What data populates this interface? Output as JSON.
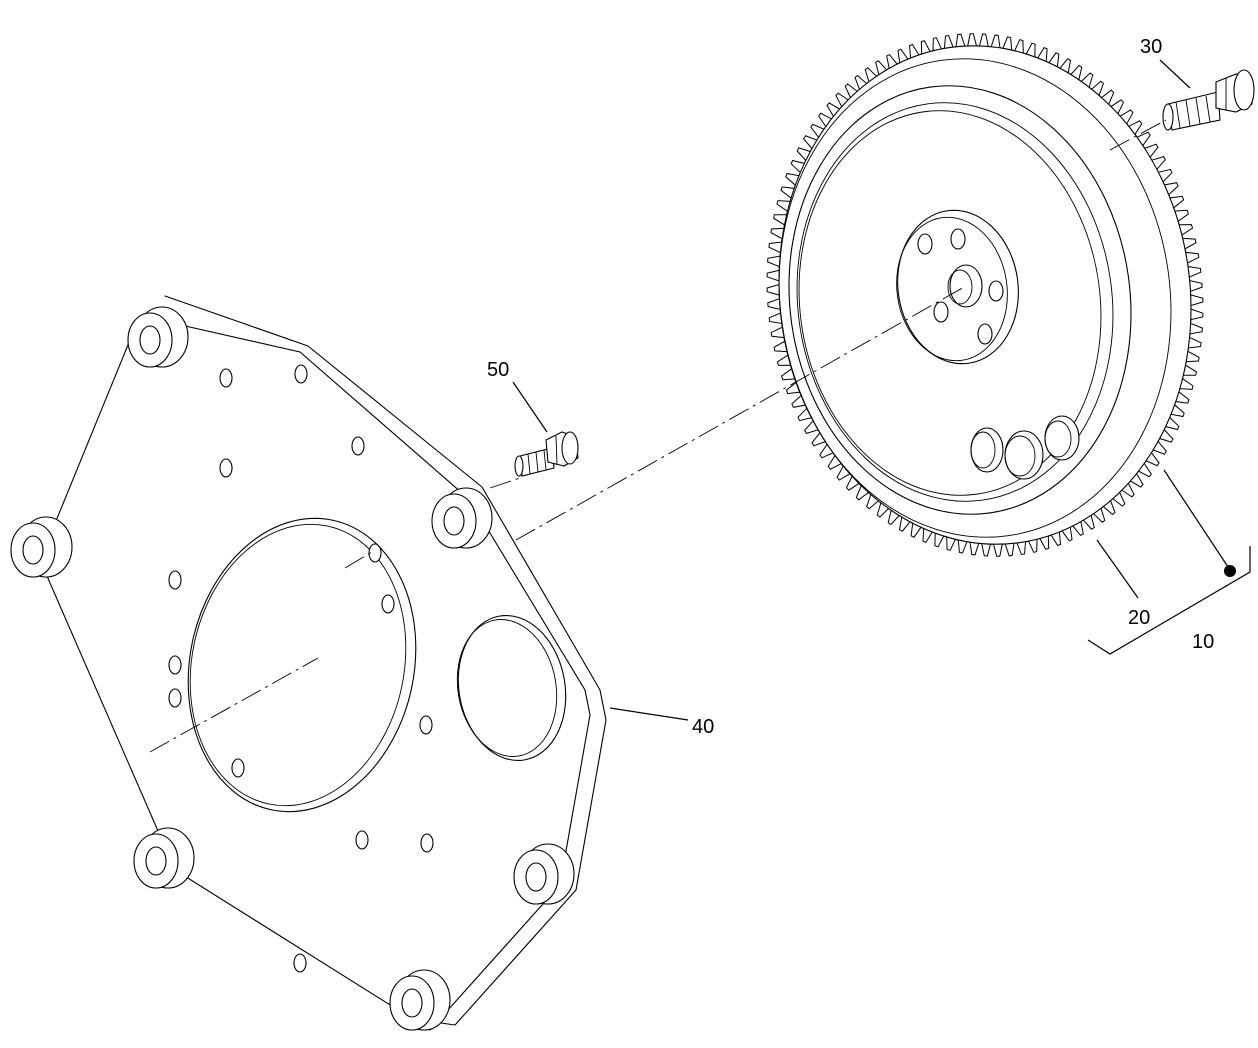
{
  "callouts": {
    "assembly": "10",
    "ring_gear": "20",
    "bolt_flywheel": "30",
    "adapter_plate": "40",
    "bolt_plate": "50"
  }
}
